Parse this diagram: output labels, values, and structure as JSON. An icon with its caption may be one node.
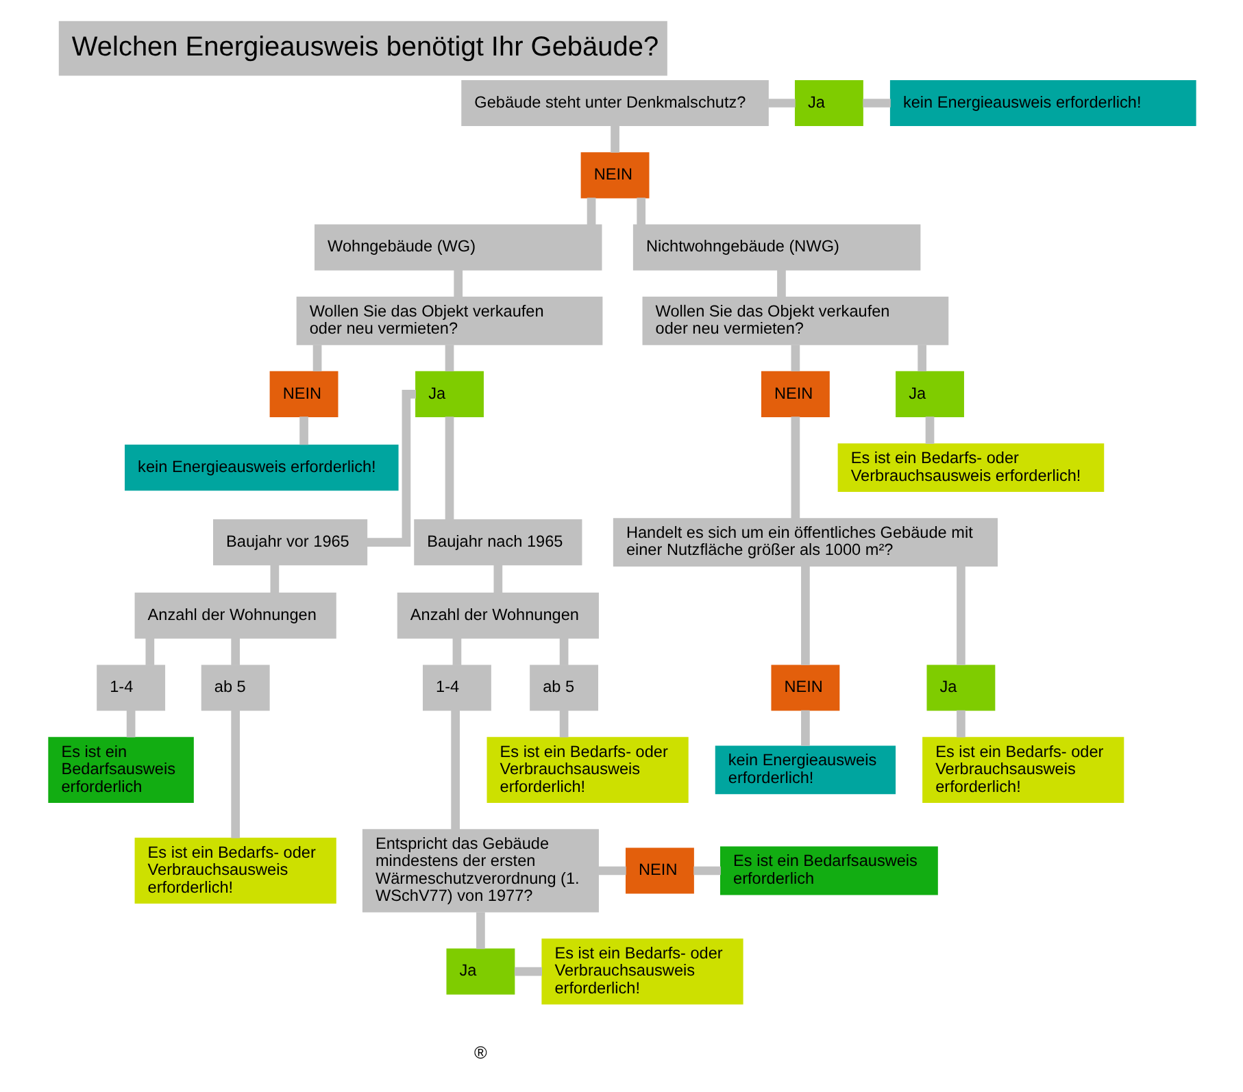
{
  "diagram": {
    "title": "Welchen Energieausweis benötigt Ihr Gebäude?",
    "nodes": [
      {
        "text": [
          "Gebäude steht unter Denkmalschutz?"
        ]
      },
      {
        "text": [
          "Ja"
        ]
      },
      {
        "text": [
          "kein Energieausweis erforderlich!"
        ]
      },
      {
        "text": [
          "NEIN"
        ]
      },
      {
        "text": [
          "Wohngebäude (WG)"
        ]
      },
      {
        "text": [
          "Nichtwohngebäude (NWG)"
        ]
      },
      {
        "text": [
          "Wollen Sie das Objekt verkaufen oder neu vermieten?"
        ]
      },
      {
        "text": [
          "Wollen Sie das Objekt verkaufen oder neu vermieten?"
        ]
      },
      {
        "text": [
          "NEIN"
        ]
      },
      {
        "text": [
          "Ja"
        ]
      },
      {
        "text": [
          "NEIN"
        ]
      },
      {
        "text": [
          "Ja"
        ]
      },
      {
        "text": [
          "kein Energieausweis erforderlich!"
        ]
      },
      {
        "text": [
          "Es ist ein Bedarfs- oder Verbrauchsausweis erforderlich!"
        ]
      },
      {
        "text": [
          "Baujahr vor 1965"
        ]
      },
      {
        "text": [
          "Baujahr nach 1965"
        ]
      },
      {
        "text": [
          "Handelt es sich um ein öffentliches Gebäude mit einer Nutzfläche größer als 1000 m²?"
        ]
      },
      {
        "text": [
          "Anzahl der Wohnungen"
        ]
      },
      {
        "text": [
          "Anzahl der Wohnungen"
        ]
      },
      {
        "text": [
          "1-4"
        ]
      },
      {
        "text": [
          "ab 5"
        ]
      },
      {
        "text": [
          "1-4"
        ]
      },
      {
        "text": [
          "ab 5"
        ]
      },
      {
        "text": [
          "NEIN"
        ]
      },
      {
        "text": [
          "Ja"
        ]
      },
      {
        "text": [
          "kein Energieausweis erforderlich!"
        ]
      },
      {
        "text": [
          "Es ist ein Bedarfs- oder Verbrauchsausweis erforderlich!"
        ]
      },
      {
        "text": [
          "Es ist ein Bedarfs- oder Verbrauchsausweis erforderlich!"
        ]
      },
      {
        "text": [
          "Es ist ein Bedarfsausweis erforderlich"
        ]
      },
      {
        "text": [
          "Entspricht das Gebäude mindestens der ersten Wärmeschutzverordnung (1. WSchV77) von 1977?"
        ]
      },
      {
        "text": [
          "NEIN"
        ]
      },
      {
        "text": [
          "Es ist ein Bedarfsausweis erforderlich"
        ]
      },
      {
        "text": [
          "Es ist ein Bedarfs- oder Verbrauchsausweis erforderlich!"
        ]
      },
      {
        "text": [
          "Ja"
        ]
      },
      {
        "text": [
          "Es ist ein Bedarfs- oder Verbrauchsausweis erforderlich!"
        ]
      }
    ],
    "edges": [
      {
        "from": 0,
        "to": 1,
        "arrow": "none"
      },
      {
        "from": 1,
        "to": 2,
        "arrow": "none"
      },
      {
        "from": 0,
        "to": 3,
        "arrow": "none"
      },
      {
        "from": 3,
        "to": 4,
        "arrow": "none"
      },
      {
        "from": 3,
        "to": 5,
        "arrow": "none"
      },
      {
        "from": 4,
        "to": 6,
        "arrow": "none"
      },
      {
        "from": 5,
        "to": 7,
        "arrow": "none"
      },
      {
        "from": 6,
        "to": 8,
        "arrow": "none"
      },
      {
        "from": 6,
        "to": 9,
        "arrow": "none"
      },
      {
        "from": 7,
        "to": 10,
        "arrow": "none"
      },
      {
        "from": 7,
        "to": 11,
        "arrow": "none"
      },
      {
        "from": 8,
        "to": 12,
        "arrow": "none"
      },
      {
        "from": 11,
        "to": 13,
        "arrow": "none"
      },
      {
        "from": 9,
        "to": 14,
        "arrow": "none"
      },
      {
        "from": 9,
        "to": 15,
        "arrow": "none"
      },
      {
        "from": 10,
        "to": 16,
        "arrow": "none"
      },
      {
        "from": 14,
        "to": 17,
        "arrow": "none"
      },
      {
        "from": 15,
        "to": 18,
        "arrow": "none"
      },
      {
        "from": 17,
        "to": 19,
        "arrow": "none"
      },
      {
        "from": 17,
        "to": 20,
        "arrow": "none"
      },
      {
        "from": 18,
        "to": 21,
        "arrow": "none"
      },
      {
        "from": 18,
        "to": 22,
        "arrow": "none"
      },
      {
        "from": 16,
        "to": 23,
        "arrow": "none"
      },
      {
        "from": 16,
        "to": 24,
        "arrow": "none"
      },
      {
        "from": 23,
        "to": 25,
        "arrow": "none"
      },
      {
        "from": 24,
        "to": 26,
        "arrow": "none"
      },
      {
        "from": 22,
        "to": 27,
        "arrow": "none"
      },
      {
        "from": 19,
        "to": 28,
        "arrow": "none"
      },
      {
        "from": 21,
        "to": 29,
        "arrow": "none"
      },
      {
        "from": 29,
        "to": 30,
        "arrow": "none"
      },
      {
        "from": 30,
        "to": 31,
        "arrow": "none"
      },
      {
        "from": 20,
        "to": 32,
        "arrow": "none"
      },
      {
        "from": 29,
        "to": 33,
        "arrow": "none"
      },
      {
        "from": 33,
        "to": 34,
        "arrow": "none"
      }
    ],
    "labels": [
      "®"
    ]
  }
}
